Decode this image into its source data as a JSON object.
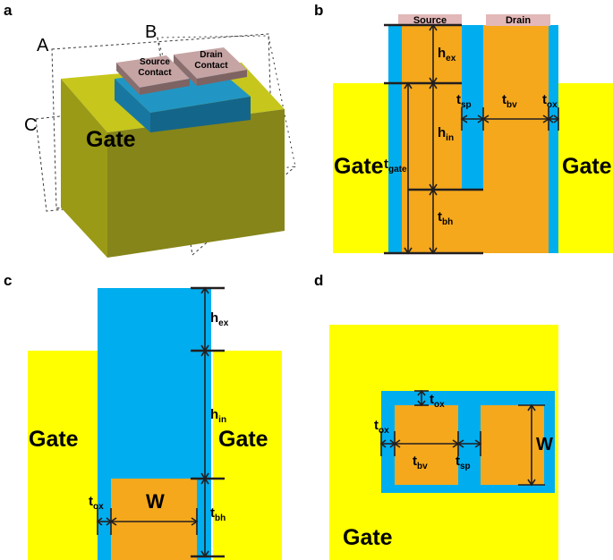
{
  "figure": {
    "panels": [
      {
        "id": "a",
        "label": "a"
      },
      {
        "id": "b",
        "label": "b"
      },
      {
        "id": "c",
        "label": "c"
      },
      {
        "id": "d",
        "label": "d"
      }
    ]
  },
  "panel_a": {
    "label": "a",
    "gate_label": "Gate",
    "source_contact_line1": "Source",
    "source_contact_line2": "Contact",
    "drain_contact_line1": "Drain",
    "drain_contact_line2": "Contact",
    "section_markers": [
      "A",
      "B",
      "C"
    ],
    "marker_a": "A",
    "marker_b": "B",
    "marker_c": "C"
  },
  "panel_b": {
    "label": "b",
    "source_label": "Source",
    "drain_label": "Drain",
    "gate_left_label": "Gate",
    "gate_right_label": "Gate",
    "dims": {
      "h_ex": "h",
      "h_ex_sub": "ex",
      "h_in": "h",
      "h_in_sub": "in",
      "t_bh": "t",
      "t_bh_sub": "bh",
      "t_gate": "t",
      "t_gate_sub": "gate",
      "t_sp": "t",
      "t_sp_sub": "sp",
      "t_bv": "t",
      "t_bv_sub": "bv",
      "t_ox": "t",
      "t_ox_sub": "ox"
    }
  },
  "panel_c": {
    "label": "c",
    "gate_left_label": "Gate",
    "gate_right_label": "Gate",
    "dims": {
      "h_ex": "h",
      "h_ex_sub": "ex",
      "h_in": "h",
      "h_in_sub": "in",
      "t_bh": "t",
      "t_bh_sub": "bh",
      "t_ox": "t",
      "t_ox_sub": "ox",
      "w": "W"
    }
  },
  "panel_d": {
    "label": "d",
    "gate_label": "Gate",
    "dims": {
      "t_ox_top": "t",
      "t_ox_top_sub": "ox",
      "t_ox_left": "t",
      "t_ox_left_sub": "ox",
      "t_bv": "t",
      "t_bv_sub": "bv",
      "t_sp": "t",
      "t_sp_sub": "sp",
      "w": "W"
    }
  },
  "colors": {
    "gate_yellow": "#FFFF00",
    "gate_olive_top": "#C8C81E",
    "gate_olive_front": "#8C8C14",
    "gate_olive_side": "#A5A519",
    "oxide_blue": "#00AEEF",
    "fin_blue_top": "#1B87B4",
    "fin_blue_front": "#12658A",
    "contact_pink": "#E0B4B4",
    "contact_pink_dark": "#8A6E6E",
    "semiconductor_orange": "#F5A81C",
    "contact_bar": "#E3B8B8",
    "line_black": "#231F20"
  }
}
